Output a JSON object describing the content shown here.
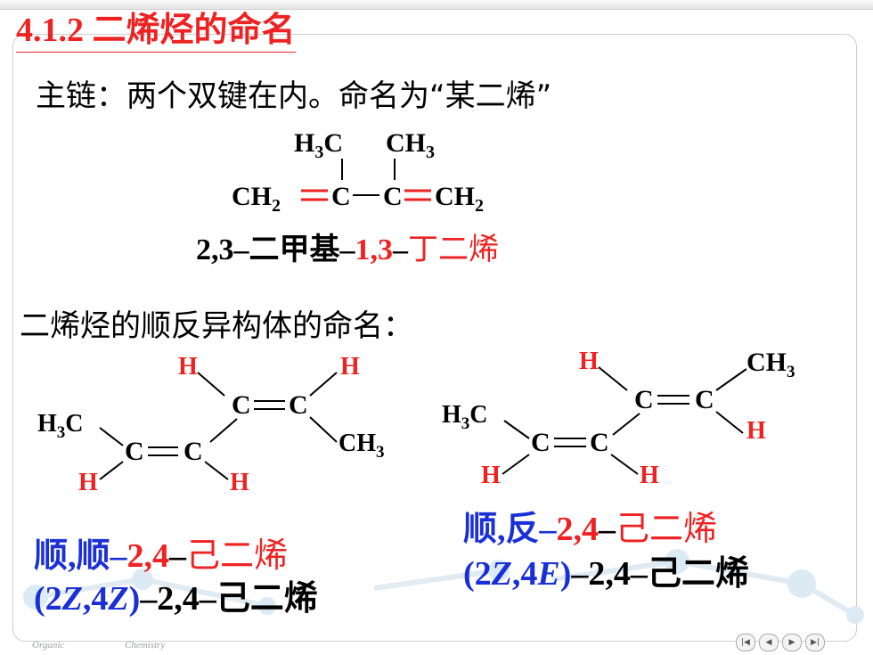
{
  "title": "4.1.2 二烯烃的命名",
  "intro": "主链：两个双键在内。命名为“某二烯”",
  "molecule1": {
    "atoms": {
      "h3c": "H3C",
      "ch3": "CH3",
      "ch2l": "CH2",
      "c1": "C",
      "c2": "C",
      "ch2r": "CH2"
    },
    "name_black1": "2,3–二甲基–",
    "name_red1": "1,3",
    "name_black2": "–",
    "name_red2": "丁二烯"
  },
  "heading2": "二烯烃的顺反异构体的命名：",
  "cis_cis": {
    "name_line1": {
      "a": "顺,顺–",
      "b": "2,4",
      "c": "–",
      "d": "己二烯"
    },
    "name_line2": {
      "a": "(2",
      "b": "Z",
      "c": ",4",
      "d": "Z",
      "e": ")",
      "f": "–2,4–己二烯"
    }
  },
  "cis_trans": {
    "name_line1": {
      "a": "顺,反–",
      "b": "2,4",
      "c": "–",
      "d": "己二烯"
    },
    "name_line2": {
      "a": "(2",
      "b": "Z",
      "c": ",4",
      "d": "E",
      "e": ")",
      "f": "–2,4–己二烯"
    }
  },
  "footer": {
    "left": "Organic",
    "right": "Chemistry"
  },
  "nav": [
    "first",
    "prev",
    "next",
    "last"
  ],
  "colors": {
    "red": "#ee2222",
    "blue": "#1a2fd6",
    "black": "#000000"
  }
}
